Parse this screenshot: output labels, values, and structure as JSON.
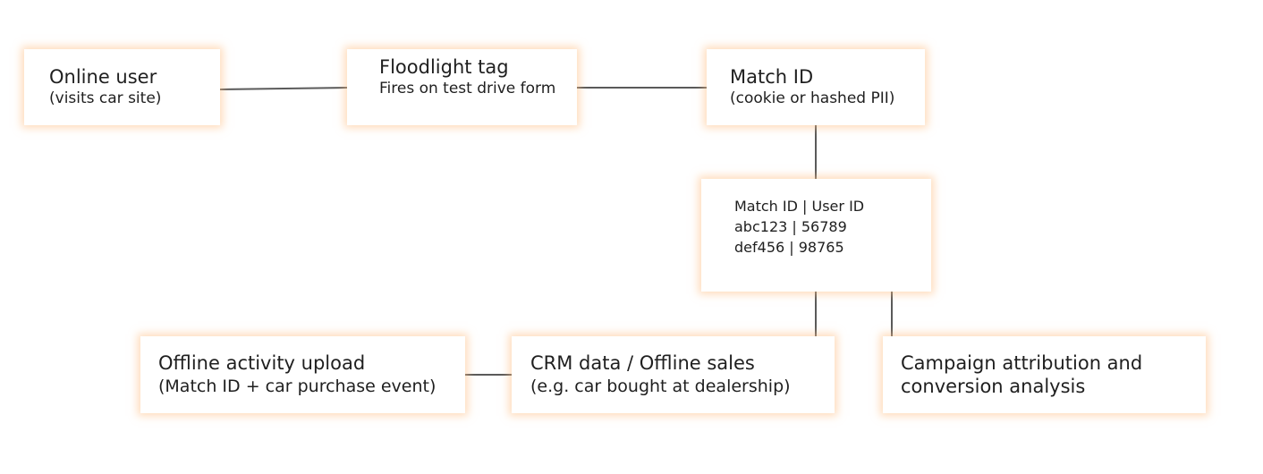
{
  "diagram": {
    "nodes": {
      "online_user": {
        "title": "Online user",
        "subtitle": "(visits car site)"
      },
      "floodlight_tag": {
        "title": "Floodlight tag",
        "subtitle": "Fires on test drive form"
      },
      "match_id": {
        "title": "Match ID",
        "subtitle": "(cookie or hashed PII)"
      },
      "match_table": {
        "header": "Match ID | User ID",
        "rows": [
          "abc123 | 56789",
          "def456 | 98765"
        ]
      },
      "offline_upload": {
        "title": "Offline activity upload",
        "subtitle": "(Match ID + car purchase event)"
      },
      "crm_data": {
        "title": "CRM data / Offline sales",
        "subtitle": "(e.g. car bought at dealership)"
      },
      "campaign_attribution": {
        "title": "Campaign attribution and conversion analysis"
      }
    },
    "colors": {
      "connector": "#5a5a5a",
      "box_background": "#ffffff",
      "box_glow": "#ffbe82",
      "text": "#1f1f1f"
    }
  }
}
